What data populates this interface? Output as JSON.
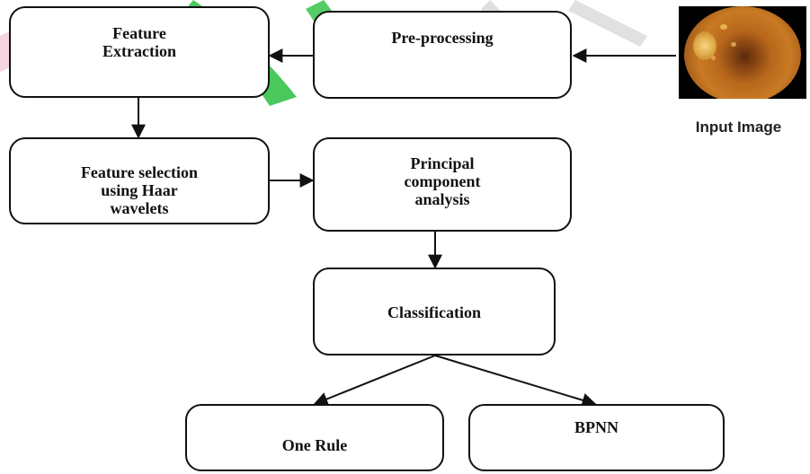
{
  "nodes": {
    "feature_extraction": {
      "lines": [
        "Feature",
        "Extraction"
      ]
    },
    "preprocessing": {
      "lines": [
        "Pre-processing"
      ]
    },
    "feature_selection": {
      "lines": [
        "Feature selection",
        "using Haar",
        "wavelets"
      ]
    },
    "pca": {
      "lines": [
        "Principal",
        "component",
        "analysis"
      ]
    },
    "classification": {
      "lines": [
        "Classification"
      ]
    },
    "one_rule": {
      "lines": [
        "One Rule"
      ]
    },
    "bpnn": {
      "lines": [
        "BPNN"
      ]
    }
  },
  "input_image": {
    "label": "Input Image",
    "icon": "retina-fundus-image"
  },
  "colors": {
    "stroke": "#111111",
    "watermark_green": "#36c24a",
    "watermark_pink": "#e8a3b8",
    "watermark_grey": "#c8c8c8"
  }
}
